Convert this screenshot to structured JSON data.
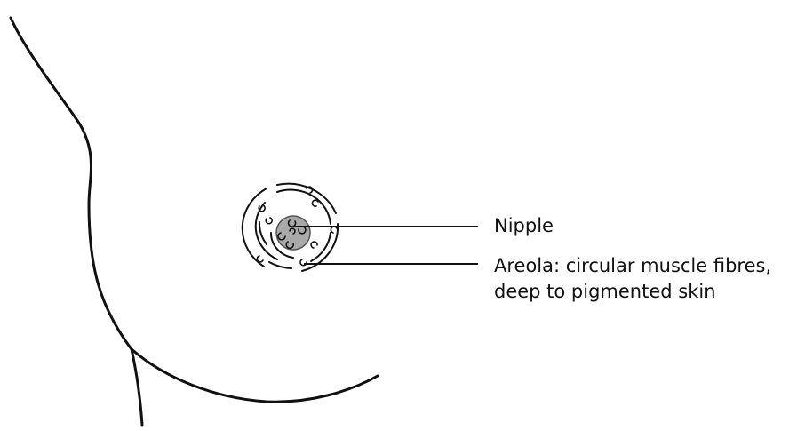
{
  "labels": {
    "nipple": "Nipple",
    "areola_line1": "Areola: circular muscle fibres,",
    "areola_line2": "deep to pigmented skin"
  },
  "colors": {
    "ink": "#111111",
    "nipple_fill": "#a9a9a9",
    "background": "#ffffff"
  }
}
